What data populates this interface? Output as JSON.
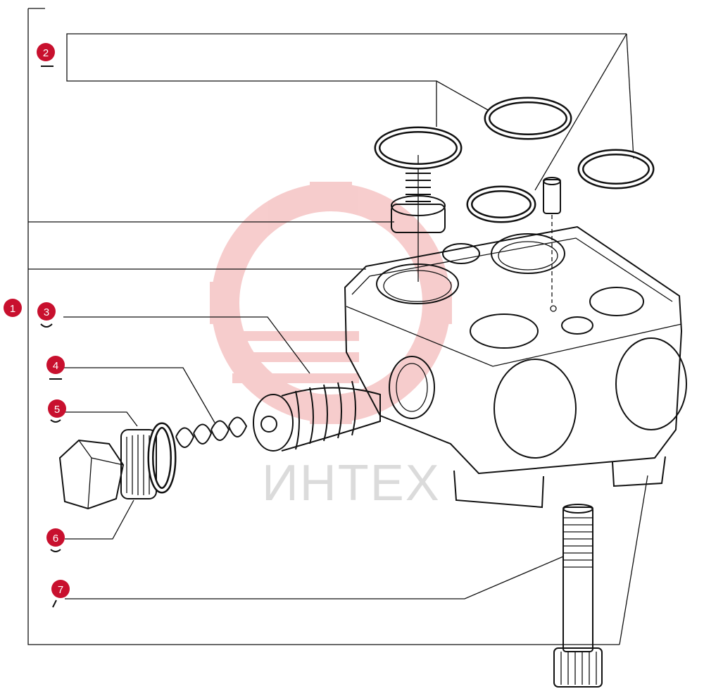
{
  "diagram": {
    "watermark": {
      "text": "ИНТЕХ",
      "color": "#e24a4a"
    },
    "badge_color": "#c8102e",
    "callouts": [
      {
        "id": "1",
        "label": "1"
      },
      {
        "id": "2",
        "label": "2"
      },
      {
        "id": "3",
        "label": "3"
      },
      {
        "id": "4",
        "label": "4"
      },
      {
        "id": "5",
        "label": "5"
      },
      {
        "id": "6",
        "label": "6"
      },
      {
        "id": "7",
        "label": "7"
      }
    ]
  }
}
